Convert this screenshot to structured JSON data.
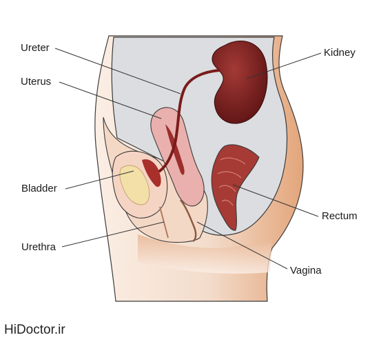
{
  "labels": {
    "ureter": "Ureter",
    "uterus": "Uterus",
    "bladder": "Bladder",
    "urethra": "Urethra",
    "kidney": "Kidney",
    "rectum": "Rectum",
    "vagina": "Vagina"
  },
  "watermark": "HiDoctor.ir",
  "colors": {
    "skin": "#f1d6c2",
    "skin_shadow": "#e0a67e",
    "cavity": "#dcdde0",
    "outline": "#3a3a3a",
    "kidney": "#7e1f1e",
    "uterus": "#eab0ad",
    "bladder": "#f6d4c4",
    "bladder_inner": "#f3e0a8",
    "rectum": "#a63a35",
    "leader_line": "#333333"
  }
}
